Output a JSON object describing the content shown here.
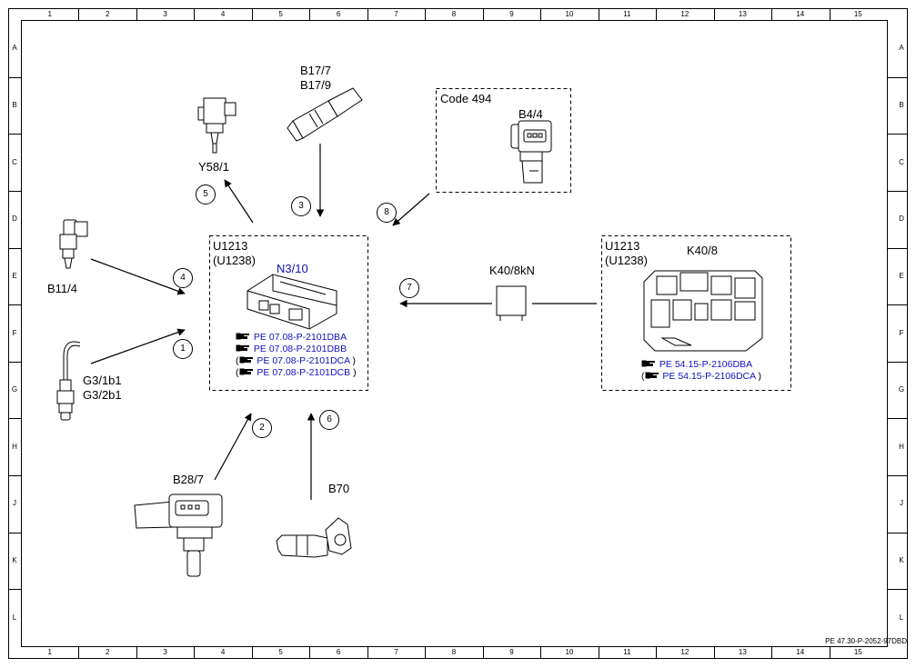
{
  "grid": {
    "columns": [
      "1",
      "2",
      "3",
      "4",
      "5",
      "6",
      "7",
      "8",
      "9",
      "10",
      "11",
      "12",
      "13",
      "14",
      "15"
    ],
    "rows": [
      "A",
      "B",
      "C",
      "D",
      "E",
      "F",
      "G",
      "H",
      "J",
      "K",
      "L"
    ]
  },
  "components": {
    "y58_1": "Y58/1",
    "b17_7": "B17/7",
    "b17_9": "B17/9",
    "code494": "Code 494",
    "b4_4": "B4/4",
    "b11_4": "B11/4",
    "g3_1b1": "G3/1b1",
    "g3_2b1": "G3/2b1",
    "b28_7": "B28/7",
    "b70": "B70",
    "k40_8kn": "K40/8kN"
  },
  "control_unit": {
    "u1213": "U1213",
    "u1238": "(U1238)",
    "name": "N3/10",
    "refs": [
      {
        "text": "PE 07.08-P-2101DBA",
        "paren": false
      },
      {
        "text": "PE 07.08-P-2101DBB",
        "paren": false
      },
      {
        "text": "PE 07.08-P-2101DCA",
        "paren": true
      },
      {
        "text": "PE 07.08-P-2101DCB",
        "paren": true
      }
    ]
  },
  "module_k40": {
    "u1213": "U1213",
    "u1238": "(U1238)",
    "name": "K40/8",
    "refs": [
      {
        "text": "PE 54.15-P-2106DBA",
        "paren": false
      },
      {
        "text": "PE 54.15-P-2106DCA",
        "paren": true
      }
    ]
  },
  "callouts": [
    "1",
    "2",
    "3",
    "4",
    "5",
    "6",
    "7",
    "8"
  ],
  "footer": "PE 47.30-P-2052-97DBD",
  "colors": {
    "reference_text": "#1010c0",
    "line": "#000000"
  }
}
